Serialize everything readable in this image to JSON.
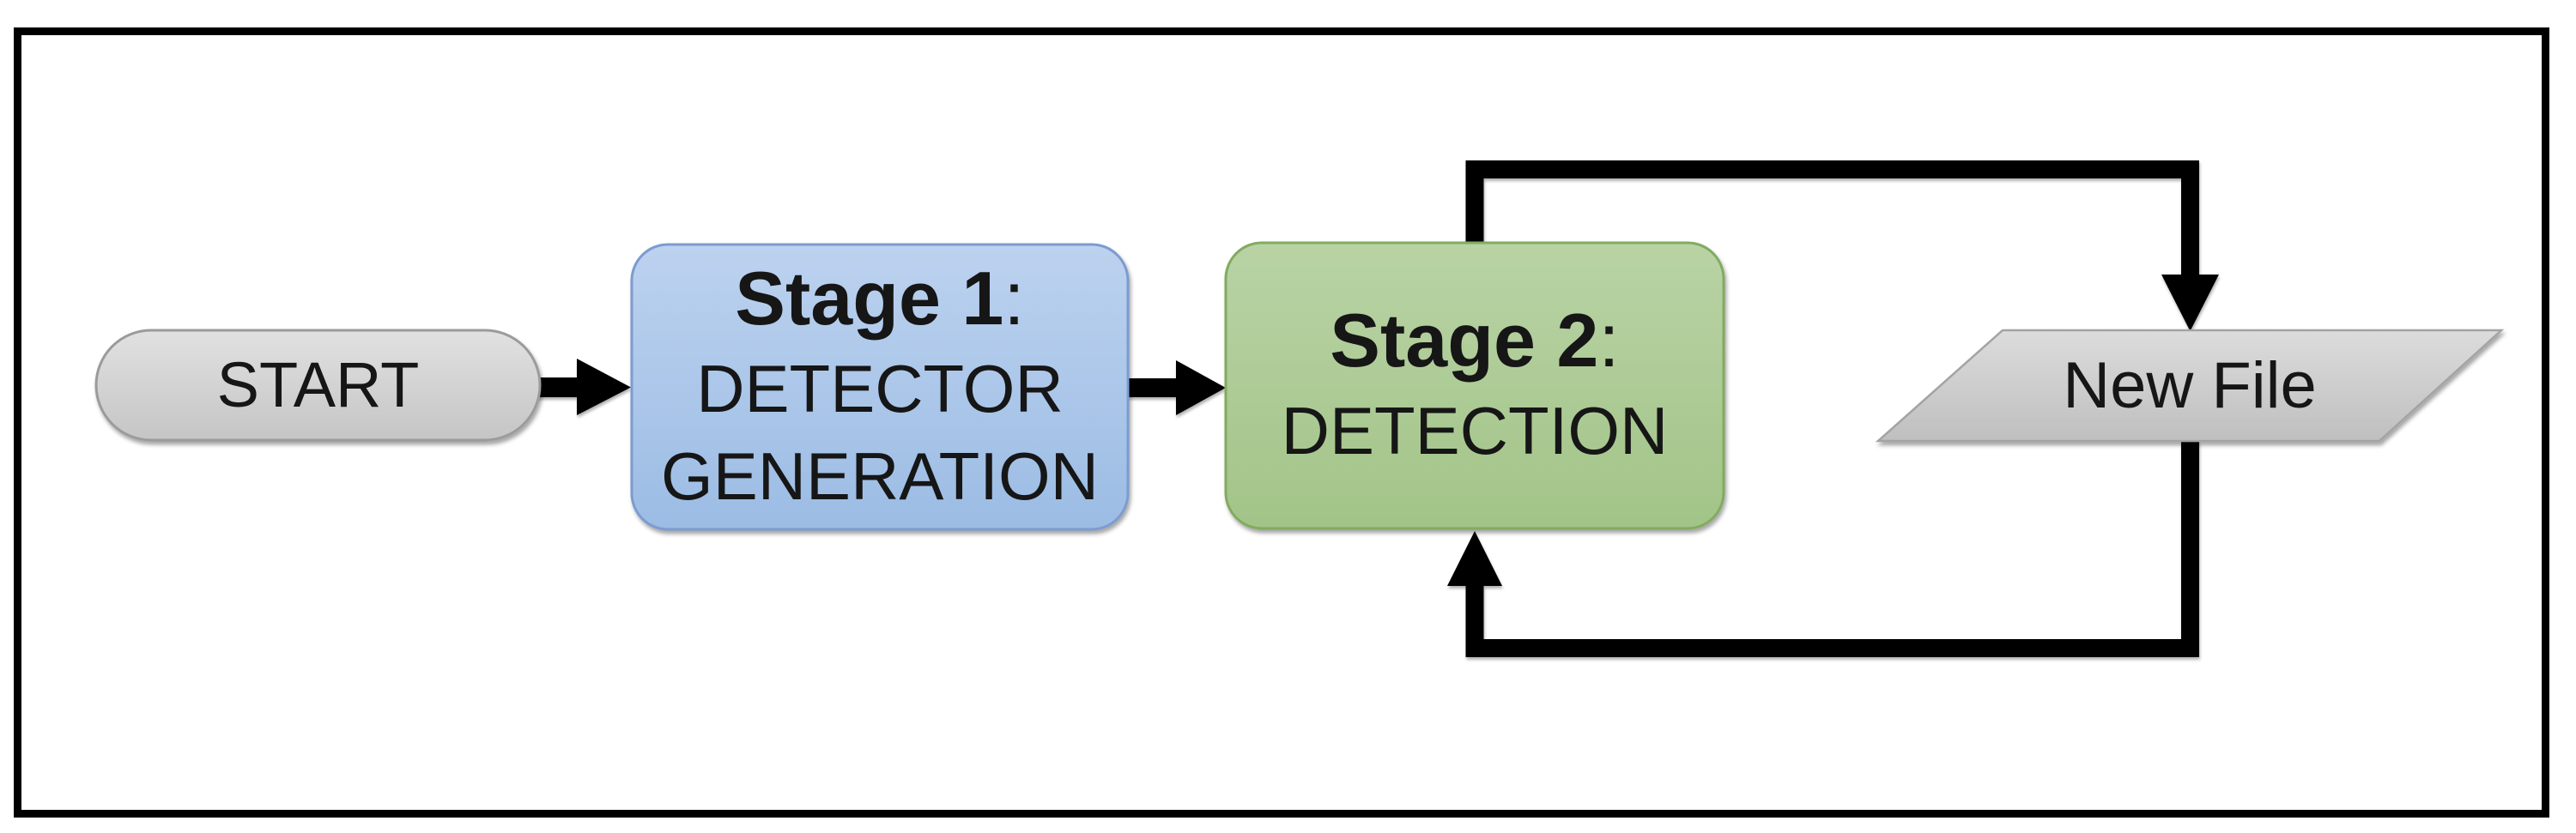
{
  "diagram_type": "flowchart",
  "nodes": {
    "start": {
      "label": "START",
      "shape": "terminator"
    },
    "stage1": {
      "title": "Stage 1",
      "colon": ":",
      "lines": [
        "DETECTOR",
        "GENERATION"
      ],
      "shape": "process"
    },
    "stage2": {
      "title": "Stage 2",
      "colon": ":",
      "lines": [
        "DETECTION"
      ],
      "shape": "process"
    },
    "new_file": {
      "label": "New File",
      "shape": "data-parallelogram"
    }
  },
  "edges": {
    "start_to_stage1": {
      "from": "start",
      "to": "stage1",
      "style": "straight-arrow"
    },
    "stage1_to_stage2": {
      "from": "stage1",
      "to": "stage2",
      "style": "straight-arrow"
    },
    "stage2_to_newfile": {
      "from": "stage2",
      "to": "new_file",
      "style": "elbow-loop-top"
    },
    "newfile_to_stage2": {
      "from": "new_file",
      "to": "stage2",
      "style": "elbow-loop-bottom"
    }
  },
  "colors": {
    "text": "#161616",
    "connector": "#000000",
    "frame_border": "#000000",
    "start_top": "#E1E1E1",
    "start_bottom": "#C5C5C5",
    "start_border": "#9B9B9B",
    "stage1_top": "#BCD2EF",
    "stage1_bottom": "#9CBCE4",
    "stage1_border": "#7B9CD0",
    "stage2_top": "#B9D3A5",
    "stage2_bottom": "#A2C488",
    "stage2_border": "#82AB60",
    "newfile_top": "#DCDCDC",
    "newfile_bottom": "#BFBFBF",
    "newfile_border": "#A3A3A3"
  }
}
